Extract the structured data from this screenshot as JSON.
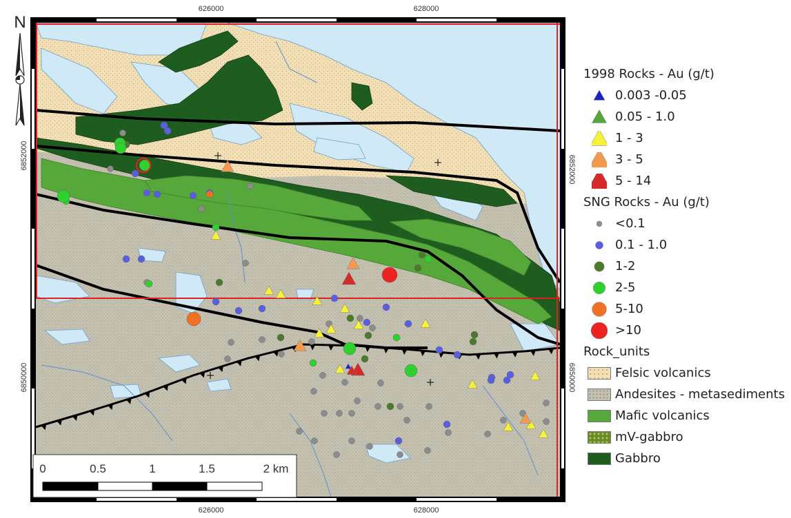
{
  "map": {
    "north_label": "N",
    "top_x_ticks": [
      "626000",
      "628000"
    ],
    "bottom_x_ticks": [
      "626000",
      "628000"
    ],
    "left_y_ticks": [
      "6852000",
      "6850000"
    ],
    "right_y_ticks": [
      "6852000",
      "6850000"
    ],
    "scale_bar": {
      "labels": [
        "0",
        "0.5",
        "1",
        "1.5",
        "2 km"
      ]
    },
    "colors": {
      "water": "#cfe9f7",
      "felsic": "#f2dfb6",
      "andesite": "#c5c1b0",
      "mafic": "#57a83a",
      "gabbro": "#1e5c20",
      "frame_red": "#e02020"
    }
  },
  "legend": {
    "rocks_1998": {
      "title": "1998 Rocks - Au (g/t)",
      "items": [
        {
          "label": "0.003 -0.05",
          "color": "#1a22c8"
        },
        {
          "label": "0.05 - 1.0",
          "color": "#55a43c"
        },
        {
          "label": "1 - 3",
          "color": "#f6f238"
        },
        {
          "label": "3 - 5",
          "color": "#f39a4e"
        },
        {
          "label": "5 - 14",
          "color": "#d42a2a"
        }
      ]
    },
    "rocks_sng": {
      "title": "SNG Rocks - Au (g/t)",
      "items": [
        {
          "label": "<0.1",
          "color": "#8c8c8c"
        },
        {
          "label": "0.1 - 1.0",
          "color": "#5a5ee0"
        },
        {
          "label": "1-2",
          "color": "#4a7a2a"
        },
        {
          "label": "2-5",
          "color": "#2ed12e"
        },
        {
          "label": "5-10",
          "color": "#f07025"
        },
        {
          "label": ">10",
          "color": "#ee2222"
        }
      ]
    },
    "rock_units": {
      "title": "Rock_units",
      "items": [
        {
          "label": "Felsic volcanics",
          "color": "#f2dfb6"
        },
        {
          "label": "Andesites - metasediments",
          "color": "#c5c1b0"
        },
        {
          "label": "Mafic volcanics",
          "color": "#57a83a"
        },
        {
          "label": "mV-gabbro",
          "color": "#6d8a2a"
        },
        {
          "label": "Gabbro",
          "color": "#1e5c20"
        }
      ]
    }
  }
}
